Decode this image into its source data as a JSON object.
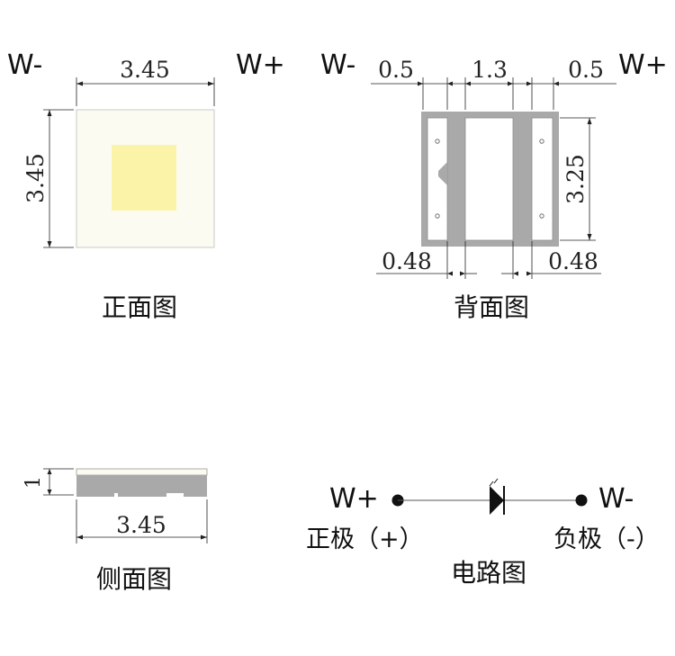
{
  "front": {
    "pin_left": "W-",
    "pin_right": "W+",
    "width_dim": "3.45",
    "height_dim": "3.45",
    "caption": "正面图",
    "emitter_color": "#fbf3a8",
    "package_color": "#fbfbf1"
  },
  "back": {
    "pin_left": "W-",
    "pin_right": "W+",
    "top_dim_left": "0.5",
    "top_dim_center": "1.3",
    "top_dim_right": "0.5",
    "bottom_dim_left": "0.48",
    "bottom_dim_right": "0.48",
    "height_dim": "3.25",
    "caption": "背面图",
    "pad_color": "#a9a9a9"
  },
  "side": {
    "height_dim": "1",
    "width_dim": "3.45",
    "caption": "侧面图"
  },
  "circuit": {
    "left_terminal": "W+",
    "right_terminal": "W-",
    "left_polarity": "正极（+）",
    "right_polarity": "负极（-）",
    "caption": "电路图"
  }
}
